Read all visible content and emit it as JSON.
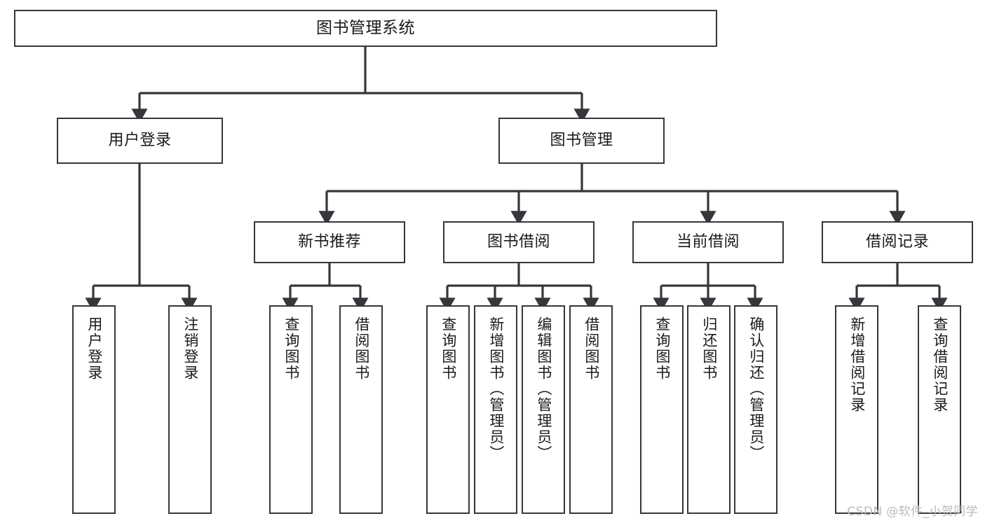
{
  "diagram": {
    "title": "图书管理系统",
    "type": "tree",
    "theme": {
      "background": "#ffffff",
      "box_border": "#35373b",
      "box_fill": "#ffffff",
      "text": "#1a1a1a",
      "edge": "#35373b",
      "watermark": "#b9babc"
    },
    "root": {
      "label": "图书管理系统"
    },
    "level1": [
      {
        "label": "用户登录"
      },
      {
        "label": "图书管理"
      }
    ],
    "level2": [
      {
        "label": "新书推荐"
      },
      {
        "label": "图书借阅"
      },
      {
        "label": "当前借阅"
      },
      {
        "label": "借阅记录"
      }
    ],
    "leaves": {
      "user_login": [
        {
          "label": "用户登录"
        },
        {
          "label": "注销登录"
        }
      ],
      "new_book_recommend": [
        {
          "label": "查询图书"
        },
        {
          "label": "借阅图书"
        }
      ],
      "book_borrow": [
        {
          "label": "查询图书"
        },
        {
          "label": "新增图书（管理员）"
        },
        {
          "label": "编辑图书（管理员）"
        },
        {
          "label": "借阅图书"
        }
      ],
      "current_borrow": [
        {
          "label": "查询图书"
        },
        {
          "label": "归还图书"
        },
        {
          "label": "确认归还（管理员）"
        }
      ],
      "borrow_record": [
        {
          "label": "新增借阅记录"
        },
        {
          "label": "查询借阅记录"
        }
      ]
    }
  },
  "watermark": {
    "text": "CSDN @软件_小贺同学"
  }
}
